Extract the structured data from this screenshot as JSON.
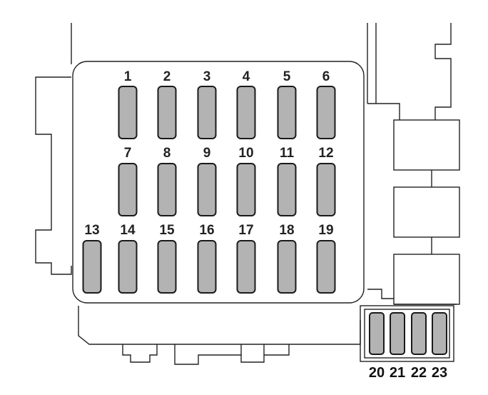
{
  "diagram": {
    "fuse_fill": "#b3b3b3",
    "line_color": "#222222",
    "main_panel": {
      "row1": [
        "1",
        "2",
        "3",
        "4",
        "5",
        "6"
      ],
      "row2": [
        "7",
        "8",
        "9",
        "10",
        "11",
        "12"
      ],
      "row3": [
        "13",
        "14",
        "15",
        "16",
        "17",
        "18",
        "19"
      ]
    },
    "sub_panel": {
      "fuses": [
        "20",
        "21",
        "22",
        "23"
      ]
    }
  }
}
